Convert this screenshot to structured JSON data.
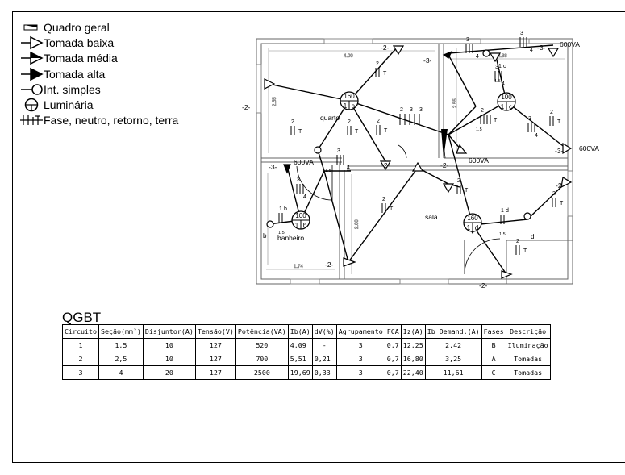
{
  "legend": [
    {
      "icon": "quadro-geral-icon",
      "label": "Quadro geral"
    },
    {
      "icon": "tomada-baixa-icon",
      "label": "Tomada baixa"
    },
    {
      "icon": "tomada-media-icon",
      "label": "Tomada média"
    },
    {
      "icon": "tomada-alta-icon",
      "label": "Tomada alta"
    },
    {
      "icon": "interruptor-simples-icon",
      "label": "Int. simples"
    },
    {
      "icon": "luminaria-icon",
      "label": "Luminária"
    },
    {
      "icon": "fase-neutro-retorno-terra-icon",
      "label": "Fase, neutro, retorno, terra"
    }
  ],
  "plan": {
    "rooms": {
      "quarto": "quarto",
      "banheiro": "banheiro",
      "sala": "sala"
    },
    "dims": {
      "d400": "4.00",
      "d255a": "2.55",
      "d255b": "2.55",
      "d288": "2.88",
      "d260": "2.60",
      "d174": "1.74"
    },
    "fixtures": [
      {
        "power": "160",
        "circuit": "1",
        "letter": "a"
      },
      {
        "power": "100",
        "circuit": "1",
        "letter": "c"
      },
      {
        "power": "100",
        "circuit": "1",
        "letter": "b"
      },
      {
        "power": "160",
        "circuit": "1",
        "letter": "d"
      }
    ],
    "loads": {
      "l1": "600VA",
      "l2": "600VA",
      "l3": "600VA",
      "l4": "600VA"
    },
    "circuit_tags": {
      "c2": "-2-",
      "c3": "-3-"
    },
    "marks": {
      "two": "2",
      "three": "3",
      "four": "4",
      "t": "T",
      "one": "1",
      "b": "b",
      "d": "d",
      "c": "c",
      "f15": "1.5"
    }
  },
  "qgbt": {
    "title": "QGBT",
    "headers": [
      "Circuito",
      "Seção(mm²)",
      "Disjuntor(A)",
      "Tensão(V)",
      "Potência(VA)",
      "Ib(A)",
      "dV(%)",
      "Agrupamento",
      "FCA",
      "Iz(A)",
      "Ib Demand.(A)",
      "Fases",
      "Descrição"
    ],
    "rows": [
      [
        "1",
        "1,5",
        "10",
        "127",
        "520",
        "4,09",
        "-",
        "3",
        "0,7",
        "12,25",
        "2,42",
        "B",
        "Iluminação"
      ],
      [
        "2",
        "2,5",
        "10",
        "127",
        "700",
        "5,51",
        "0,21",
        "3",
        "0,7",
        "16,80",
        "3,25",
        "A",
        "Tomadas"
      ],
      [
        "3",
        "4",
        "20",
        "127",
        "2500",
        "19,69",
        "0,33",
        "3",
        "0,7",
        "22,40",
        "11,61",
        "C",
        "Tomadas"
      ]
    ]
  }
}
